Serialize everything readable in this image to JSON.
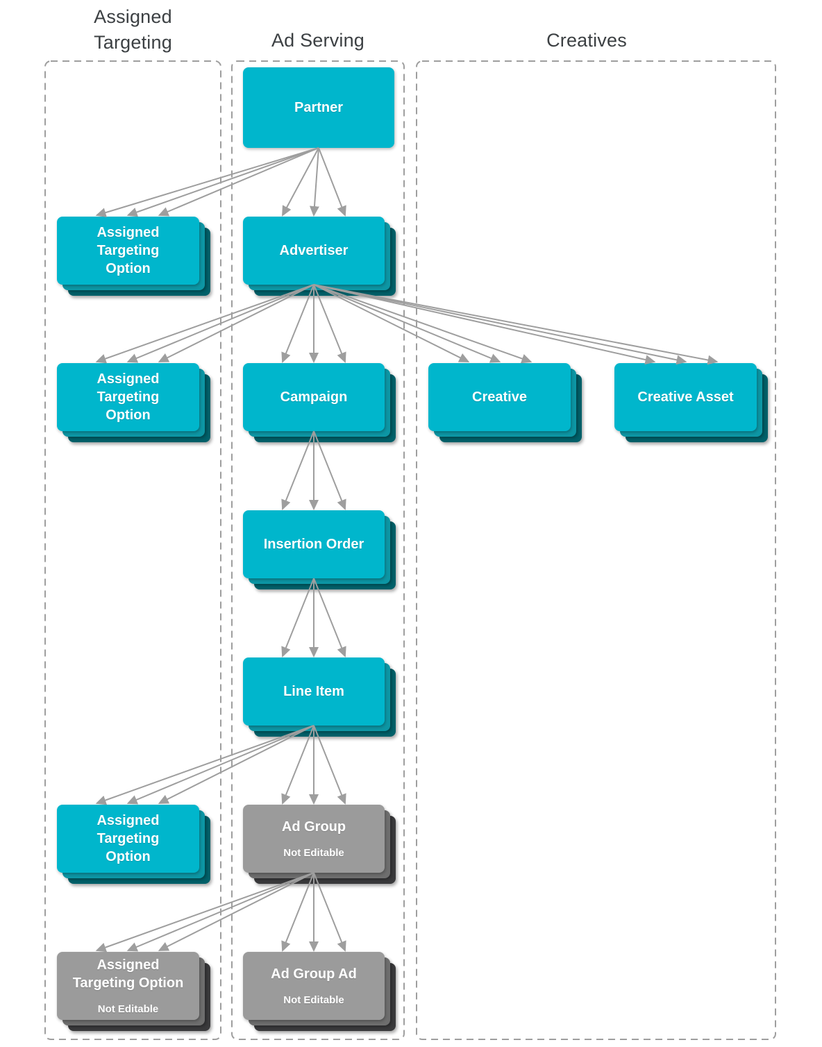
{
  "headers": {
    "assigned_targeting": "Assigned\nTargeting",
    "ad_serving": "Ad Serving",
    "creatives": "Creatives"
  },
  "colors": {
    "cyan_main": "#00B6CC",
    "cyan_mid": "#0D96A4",
    "cyan_dark": "#006069",
    "gray_main": "#9B9B9B",
    "gray_mid": "#6E6E6E",
    "gray_dark": "#3A3A3C",
    "arrow": "#9E9E9E",
    "panel_border": "#9E9E9E",
    "header_text": "#3C4043",
    "box_text": "#FFFFFF"
  },
  "nodes": {
    "partner": {
      "label": "Partner"
    },
    "ato1": {
      "label": "Assigned\nTargeting\nOption"
    },
    "advertiser": {
      "label": "Advertiser"
    },
    "ato2": {
      "label": "Assigned\nTargeting\nOption"
    },
    "campaign": {
      "label": "Campaign"
    },
    "creative": {
      "label": "Creative"
    },
    "creative_asset": {
      "label": "Creative Asset"
    },
    "insertion_order": {
      "label": "Insertion Order"
    },
    "line_item": {
      "label": "Line Item"
    },
    "ato3": {
      "label": "Assigned\nTargeting\nOption"
    },
    "ad_group": {
      "label": "Ad Group",
      "sublabel": "Not Editable"
    },
    "ato_not_editable": {
      "label": "Assigned\nTargeting Option",
      "sublabel": "Not Editable"
    },
    "ad_group_ad": {
      "label": "Ad Group Ad",
      "sublabel": "Not Editable"
    }
  },
  "edges": [
    {
      "from": "partner",
      "to": "ato1"
    },
    {
      "from": "partner",
      "to": "advertiser"
    },
    {
      "from": "advertiser",
      "to": "ato2"
    },
    {
      "from": "advertiser",
      "to": "campaign"
    },
    {
      "from": "advertiser",
      "to": "creative"
    },
    {
      "from": "advertiser",
      "to": "creative_asset"
    },
    {
      "from": "campaign",
      "to": "insertion_order"
    },
    {
      "from": "insertion_order",
      "to": "line_item"
    },
    {
      "from": "line_item",
      "to": "ato3"
    },
    {
      "from": "line_item",
      "to": "ad_group"
    },
    {
      "from": "ad_group",
      "to": "ato_not_editable"
    },
    {
      "from": "ad_group",
      "to": "ad_group_ad"
    }
  ]
}
